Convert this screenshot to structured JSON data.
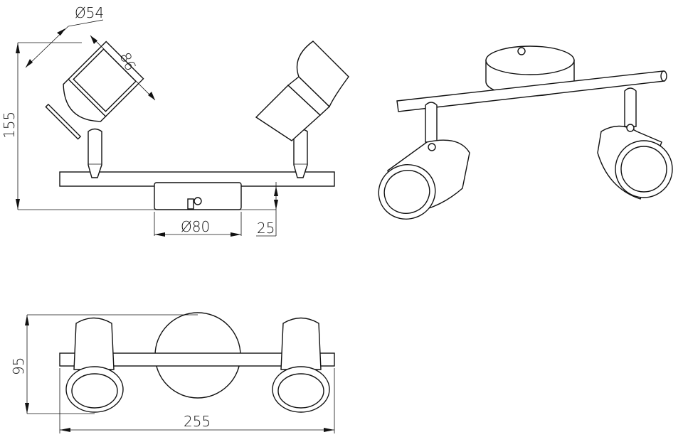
{
  "dimensions": {
    "head_diameter": "Ø54",
    "head_length": "86",
    "total_height": "155",
    "canopy_diameter": "Ø80",
    "canopy_height": "25",
    "depth": "95",
    "total_width": "255"
  }
}
